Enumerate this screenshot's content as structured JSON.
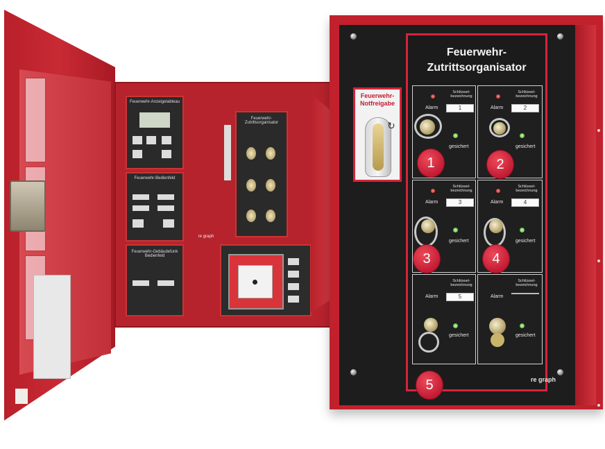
{
  "organizer": {
    "title_line1": "Feuerwehr-",
    "title_line2": "Zutrittsorganisator",
    "notfreigabe_line1": "Feuerwehr-",
    "notfreigabe_line2": "Notfreigabe",
    "brand": "re graph",
    "alarm_label": "Alarm",
    "secured_label": "gesichert",
    "key_label_header": "Schlüssel-bezeichnung",
    "slots": [
      {
        "number": "1",
        "tag": "1"
      },
      {
        "number": "2",
        "tag": "2"
      },
      {
        "number": "3",
        "tag": "3"
      },
      {
        "number": "4",
        "tag": "4"
      },
      {
        "number": "5",
        "tag": "5"
      },
      {
        "number": "",
        "tag": ""
      }
    ]
  },
  "left_cabinet": {
    "module_1_title": "Feuerwehr-Anzeigetableau",
    "module_2_title": "Feuerwehr-Bedienfeld",
    "module_3_title": "Feuerwehr-Gebäudefunk Bedienfeld",
    "module_4_title": "Feuerwehr-Zutrittsorganisator",
    "brand": "re graph"
  },
  "colors": {
    "cabinet_red": "#c1212c",
    "panel_black": "#1d1d1d",
    "tag_red": "#c21b33",
    "led_green": "#3f9b1f",
    "led_red": "#b71c1c"
  }
}
